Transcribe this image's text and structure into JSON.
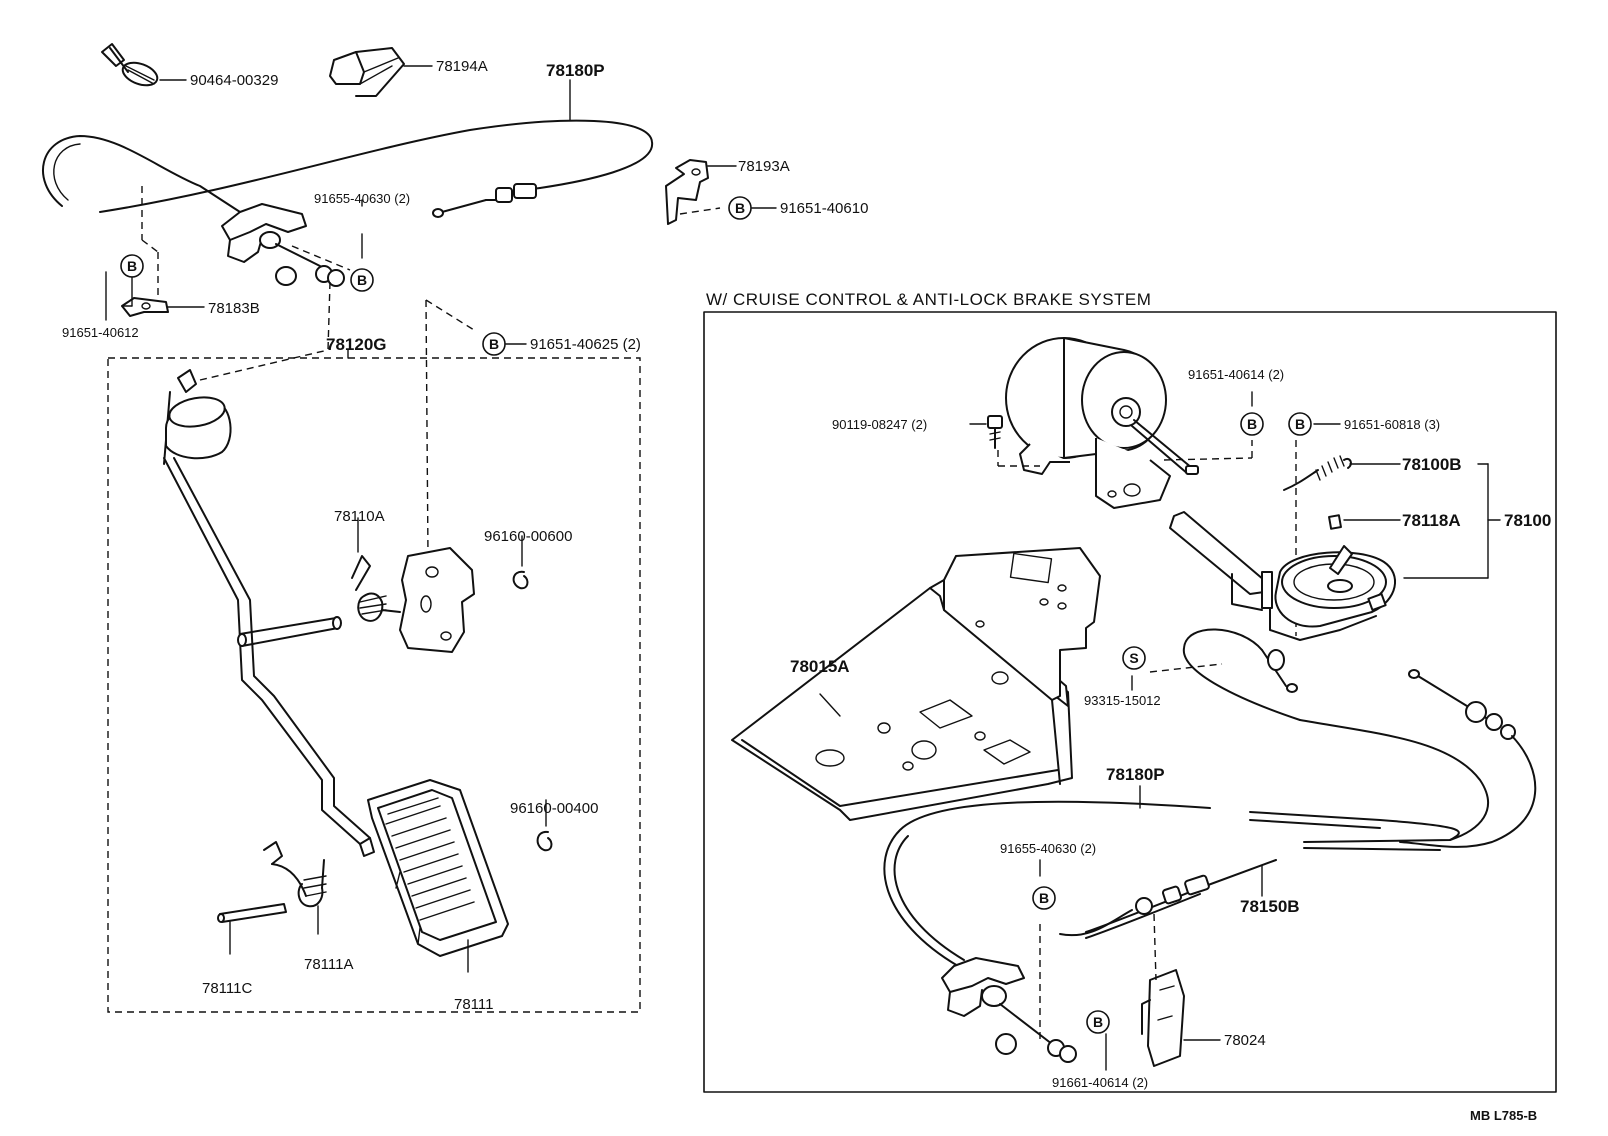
{
  "section_title": "W/ CRUISE CONTROL & ANTI-LOCK BRAKE SYSTEM",
  "drawing_code": "MB  L785-B",
  "callout_symbols": {
    "bolt": "B",
    "screw": "S"
  },
  "parts": {
    "clamp_90464": "90464-00329",
    "bracket_78194A": "78194A",
    "cable_78180P_top": "78180P",
    "bracket_78193A": "78193A",
    "bolt_91651_40610": "91651-40610",
    "nut_91655_40630_top": "91655-40630 (2)",
    "bolt_91651_40612": "91651-40612",
    "clip_78183B": "78183B",
    "bolt_91651_40625": "91651-40625 (2)",
    "pedal_assy_78120G": "78120G",
    "spring_78110A": "78110A",
    "ring_96160_00600": "96160-00600",
    "ring_96160_00400": "96160-00400",
    "spring_78111A": "78111A",
    "pin_78111C": "78111C",
    "pad_78111": "78111",
    "bolt_90119_08247": "90119-08247 (2)",
    "bolt_91651_40614": "91651-40614 (2)",
    "bolt_91651_60818": "91651-60818 (3)",
    "spring_78100B": "78100B",
    "link_78118A": "78118A",
    "actuator_78100": "78100",
    "bracket_78015A": "78015A",
    "screw_93315_15012": "93315-15012",
    "cable_78180P_inset": "78180P",
    "nut_91655_40630_inset": "91655-40630 (2)",
    "cable_78150B": "78150B",
    "bracket_78024": "78024",
    "bolt_91661_40614": "91661-40614 (2)"
  }
}
